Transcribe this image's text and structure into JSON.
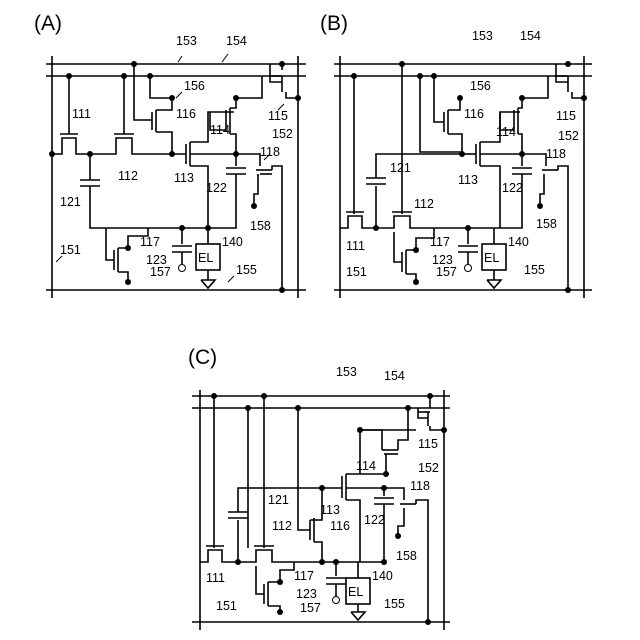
{
  "panels": [
    {
      "id": "A",
      "title": "(A)",
      "labels": {
        "l153": "153",
        "l154": "154",
        "l156": "156",
        "l111": "111",
        "l116": "116",
        "l114": "114",
        "l115": "115",
        "l152": "152",
        "l112": "112",
        "l113": "113",
        "l118": "118",
        "l121": "121",
        "l122": "122",
        "l158": "158",
        "l117": "117",
        "l140": "140",
        "l151": "151",
        "l123": "123",
        "l157": "157",
        "l155": "155",
        "el": "EL"
      }
    },
    {
      "id": "B",
      "title": "(B)",
      "labels": {
        "l153": "153",
        "l154": "154",
        "l156": "156",
        "l116": "116",
        "l115": "115",
        "l114": "114",
        "l152": "152",
        "l118": "118",
        "l121": "121",
        "l113": "113",
        "l122": "122",
        "l112": "112",
        "l158": "158",
        "l111": "111",
        "l117": "117",
        "l140": "140",
        "l151": "151",
        "l123": "123",
        "l157": "157",
        "l155": "155",
        "el": "EL"
      }
    },
    {
      "id": "C",
      "title": "(C)",
      "labels": {
        "l153": "153",
        "l154": "154",
        "l115": "115",
        "l114": "114",
        "l152": "152",
        "l118": "118",
        "l121": "121",
        "l113": "113",
        "l122": "122",
        "l112": "112",
        "l116": "116",
        "l158": "158",
        "l111": "111",
        "l117": "117",
        "l140": "140",
        "l123": "123",
        "l157": "157",
        "l151": "151",
        "l155": "155",
        "el": "EL"
      }
    }
  ]
}
